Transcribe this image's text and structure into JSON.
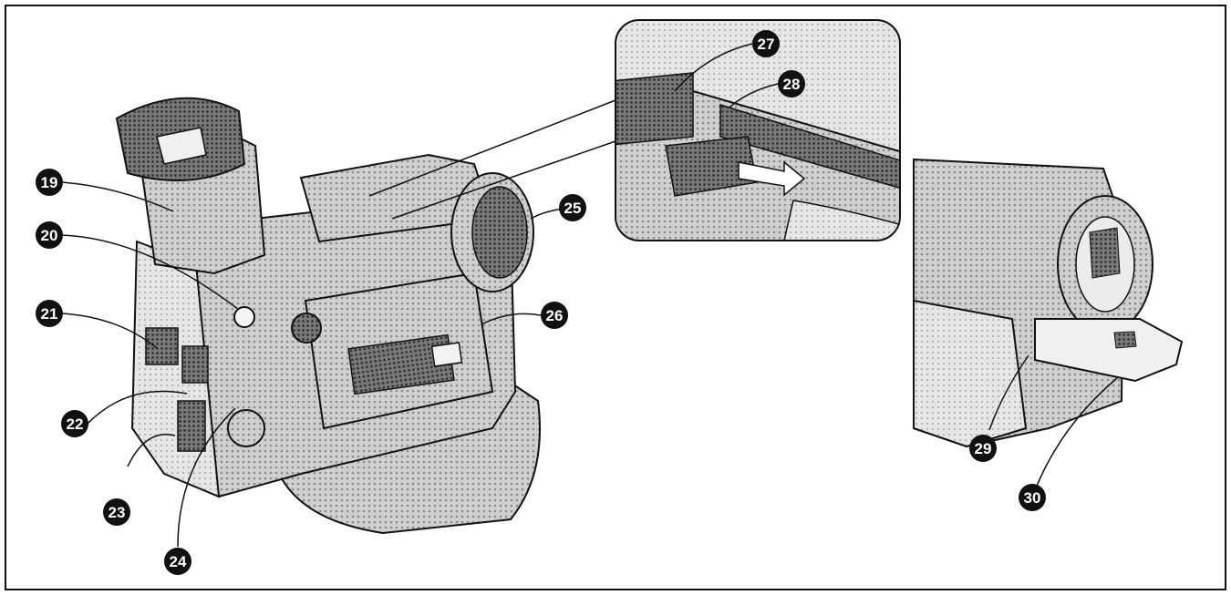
{
  "colors": {
    "ink": "#111111",
    "paper": "#ffffff",
    "body_light": "#d6d6d6",
    "body_mid": "#a9a9a9",
    "body_dark": "#5a5a5a"
  },
  "callouts": [
    {
      "id": "19",
      "label": "19"
    },
    {
      "id": "20",
      "label": "20"
    },
    {
      "id": "21",
      "label": "21"
    },
    {
      "id": "22",
      "label": "22"
    },
    {
      "id": "23",
      "label": "23"
    },
    {
      "id": "24",
      "label": "24"
    },
    {
      "id": "25",
      "label": "25"
    },
    {
      "id": "26",
      "label": "26"
    },
    {
      "id": "27",
      "label": "27"
    },
    {
      "id": "28",
      "label": "28"
    },
    {
      "id": "29",
      "label": "29"
    },
    {
      "id": "30",
      "label": "30"
    }
  ]
}
